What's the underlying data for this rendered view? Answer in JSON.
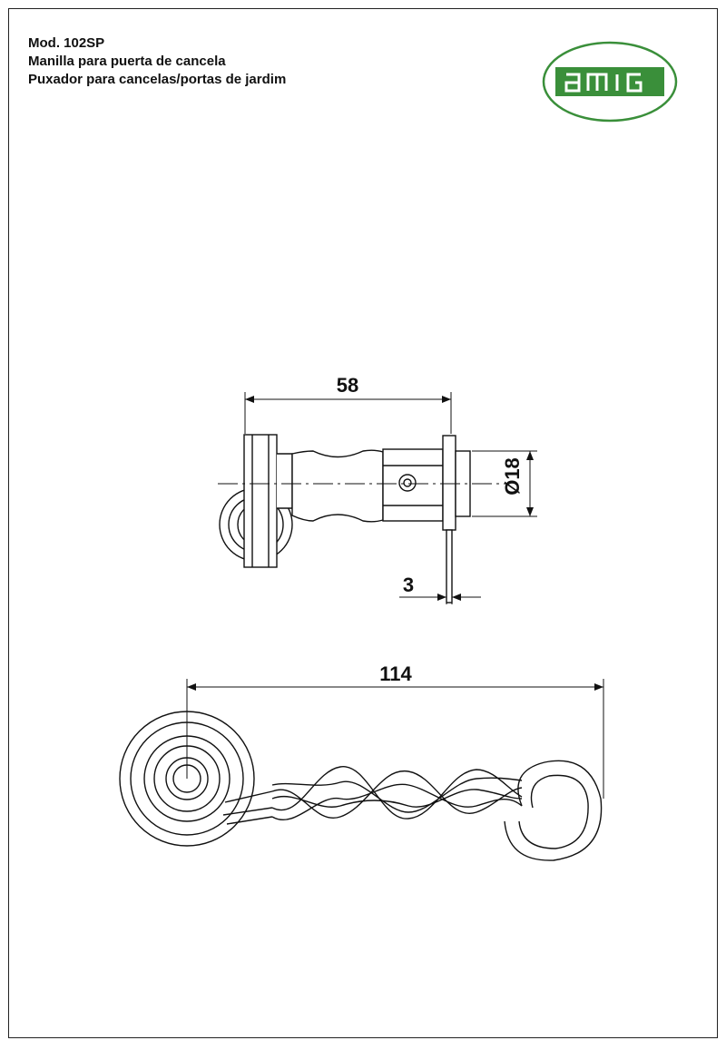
{
  "header": {
    "model": "Mod. 102SP",
    "desc_es": "Manilla para puerta de cancela",
    "desc_pt": "Puxador para cancelas/portas de jardim"
  },
  "logo": {
    "text": "amig",
    "color": "#3a8f3a",
    "icon": "amig-logo-icon"
  },
  "dimensions": {
    "side_length": "58",
    "diameter": "Ø18",
    "plate_thickness": "3",
    "front_length": "114"
  }
}
